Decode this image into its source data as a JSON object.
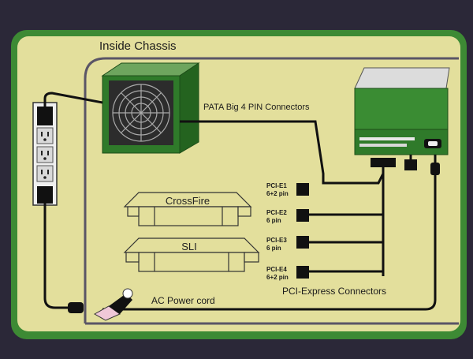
{
  "card": {
    "title": "Inside Chassis",
    "colors": {
      "frame": "#3d8a34",
      "panel": "#e3df9c",
      "wire": "#111111",
      "case_line": "#5a5566",
      "psu": "#2f7a2a",
      "gpu": "#3a8c33"
    }
  },
  "psu": {
    "fan_icon": "fan-grille-icon"
  },
  "labels": {
    "pata": "PATA Big 4 PIN Connectors",
    "ac_power": "AC Power cord",
    "pcie_connectors": "PCI-Express Connectors"
  },
  "pcie": [
    {
      "name": "PCI-E1",
      "pins": "6+2 pin"
    },
    {
      "name": "PCI-E2",
      "pins": "6 pin"
    },
    {
      "name": "PCI-E3",
      "pins": "6 pin"
    },
    {
      "name": "PCI-E4",
      "pins": "6+2 pin"
    }
  ],
  "bridges": {
    "crossfire": "CrossFire",
    "sli": "SLI"
  },
  "power_strip": {
    "outlets": 3
  }
}
